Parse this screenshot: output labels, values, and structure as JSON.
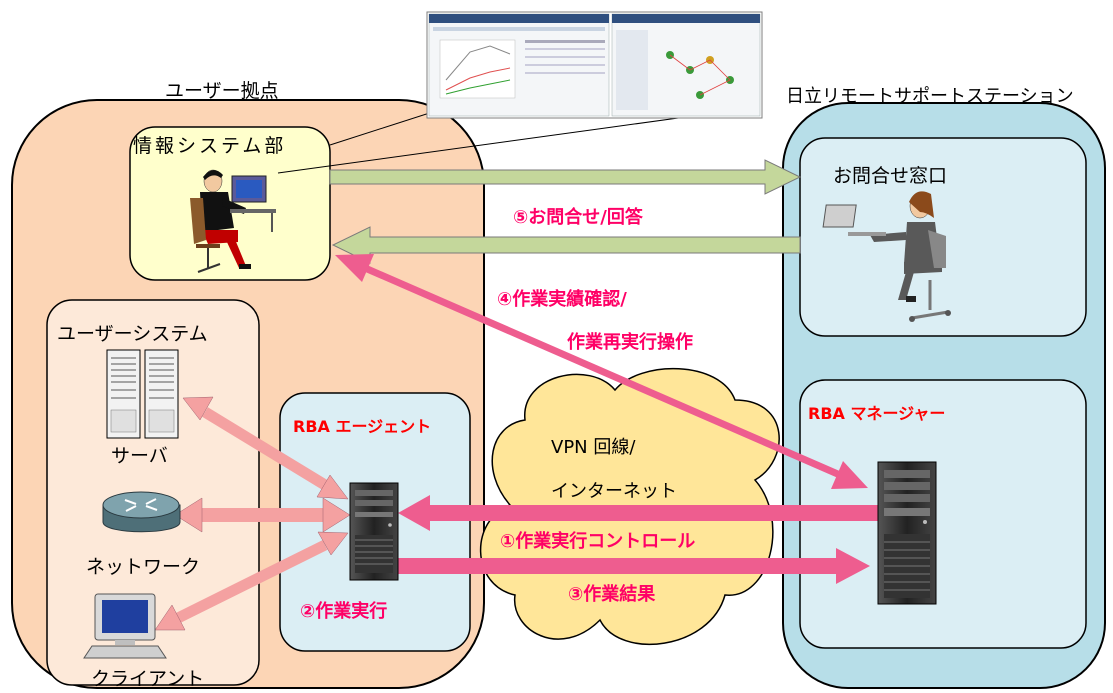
{
  "sites": {
    "user_site": "ユーザー拠点",
    "support_station": "日立リモートサポートステーション"
  },
  "nodes": {
    "info_dept": "情報システム部",
    "inquiry_desk": "お問合せ窓口",
    "user_system": "ユーザーシステム",
    "server": "サーバ",
    "network": "ネットワーク",
    "client": "クライアント",
    "rba_agent": "RBA エージェント",
    "rba_manager": "RBA マネージャー",
    "vpn_line1": "VPN 回線/",
    "vpn_line2": "インターネット"
  },
  "flows": {
    "step5": "⑤お問合せ/回答",
    "step4_line1": "④作業実績確認/",
    "step4_line2": "作業再実行操作",
    "step1": "①作業実行コントロール",
    "step2": "②作業実行",
    "step3": "③作業結果"
  },
  "colors": {
    "user_site_fill": "#fcd5b5",
    "support_fill": "#b7dee8",
    "info_dept_fill": "#ffffcc",
    "user_system_fill": "#fde9d9",
    "rba_box_fill": "#dbeef4",
    "inner_box_fill": "#dbeef4",
    "cloud_fill": "#ffe699",
    "pink_arrow": "#ee5d8f",
    "salmon_arrow": "#f4a1a1",
    "green_arrow": "#c4d79b"
  }
}
